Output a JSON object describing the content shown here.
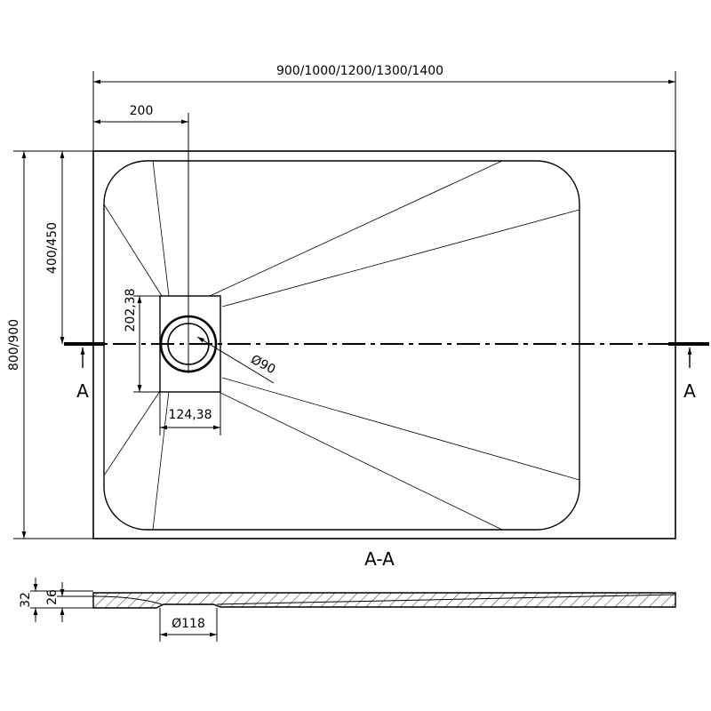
{
  "drawing": {
    "dim_total_width": "900/1000/1200/1300/1400",
    "dim_drain_offset": "200",
    "dim_total_height": "800/900",
    "dim_drain_from_top": "400/450",
    "dim_drain_cover_height": "202,38",
    "dim_drain_cover_width": "124,38",
    "dim_drain_diameter": "Ø90",
    "section_marker_left": "A",
    "section_marker_right": "A",
    "section_title": "A-A",
    "dim_section_outer_height": "32",
    "dim_section_inner_height": "26",
    "dim_section_drain_diameter": "Ø118"
  },
  "colors": {
    "line": "#000000",
    "background": "#ffffff"
  }
}
